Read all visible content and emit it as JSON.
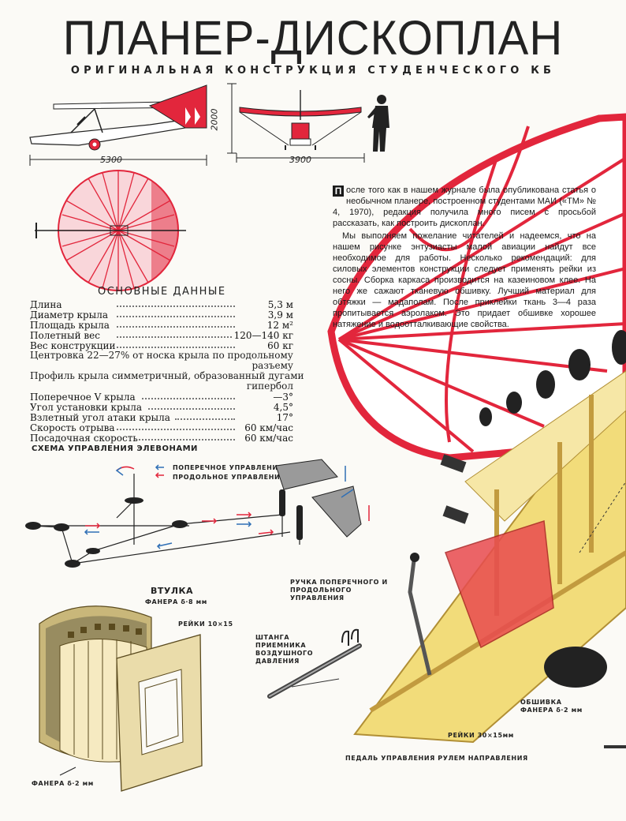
{
  "header": {
    "title": "ПЛАНЕР-ДИСКОПЛАН",
    "subtitle": "ОРИГИНАЛЬНАЯ КОНСТРУКЦИЯ СТУДЕНЧЕСКОГО КБ"
  },
  "dimensions": {
    "length": "5300",
    "height": "2000",
    "span": "3900"
  },
  "specs": {
    "title": "ОСНОВНЫЕ ДАННЫЕ",
    "rows": [
      {
        "label": "Длина",
        "value": "5,3 м"
      },
      {
        "label": "Диаметр крыла",
        "value": "3,9 м"
      },
      {
        "label": "Площадь крыла",
        "value": "12 м²"
      },
      {
        "label": "Полетный вес",
        "value": "120—140 кг"
      },
      {
        "label": "Вес конструкции",
        "value": "60 кг"
      }
    ],
    "centering_line1": "Центровка 22—27% от носка крыла по продольному",
    "centering_line2": "разъему",
    "profile_line1": "Профиль крыла симметричный, образованный дугами",
    "profile_line2": "гипербол",
    "rows2": [
      {
        "label": "Поперечное V крыла",
        "value": "—3°"
      },
      {
        "label": "Угол установки крыла",
        "value": "4,5°"
      },
      {
        "label": "Взлетный угол атаки крыла",
        "value": "17°"
      },
      {
        "label": "Скорость отрыва",
        "value": "60 км/час"
      },
      {
        "label": "Посадочная скорость",
        "value": "60 км/час"
      }
    ]
  },
  "article": {
    "dropcap": "П",
    "p1": "осле того как в нашем журнале была опубликована статья о необычном планере, построенном студентами МАИ («ТМ» № 4, 1970), редакция получила много писем с просьбой рассказать, как построить дископлан.",
    "p2": "Мы выполняем пожелание читателей и надеемся, что на нашем рисунке энтузиасты малой авиации найдут все необходимое для работы. Несколько рекомендаций: для силовых элементов конструкции следует применять рейки из сосны. Сборка каркаса производится на казеиновом клее. На него же сажают тканевую обшивку. Лучший материал для обтяжки — мадаполам. После приклейки ткань 3—4 раза пропитывается аэролаком. Это придает обшивке хорошее натяжение и водоотталкивающие свойства."
  },
  "control_scheme": {
    "title": "СХЕМА УПРАВЛЕНИЯ ЭЛЕВОНАМИ",
    "legend_lateral": "ПОПЕРЕЧНОЕ УПРАВЛЕНИЕ",
    "legend_longitudinal": "ПРОДОЛЬНОЕ УПРАВЛЕНИЕ"
  },
  "bushing": {
    "title": "ВТУЛКА",
    "plywood_top": "ФАНЕРА δ·8 мм",
    "rails": "РЕЙКИ 10×15",
    "plywood_bottom": "ФАНЕРА δ·2 мм"
  },
  "callouts": {
    "stick": "РУЧКА ПОПЕРЕЧНОГО И ПРОДОЛЬНОГО УПРАВЛЕНИЯ",
    "pitot": "ШТАНГА ПРИЕМНИКА ВОЗДУШНОГО ДАВЛЕНИЯ",
    "skin": "ОБШИВКА ФАНЕРА δ·2 мм",
    "rails": "РЕЙКИ 30×15мм",
    "pedal": "ПЕДАЛЬ УПРАВЛЕНИЯ РУЛЕМ НАПРАВЛЕНИЯ"
  },
  "colors": {
    "red": "#e2263c",
    "blue": "#2f6fb5",
    "yellow": "#f2dc7a",
    "plywood": "#e9d9a6"
  }
}
